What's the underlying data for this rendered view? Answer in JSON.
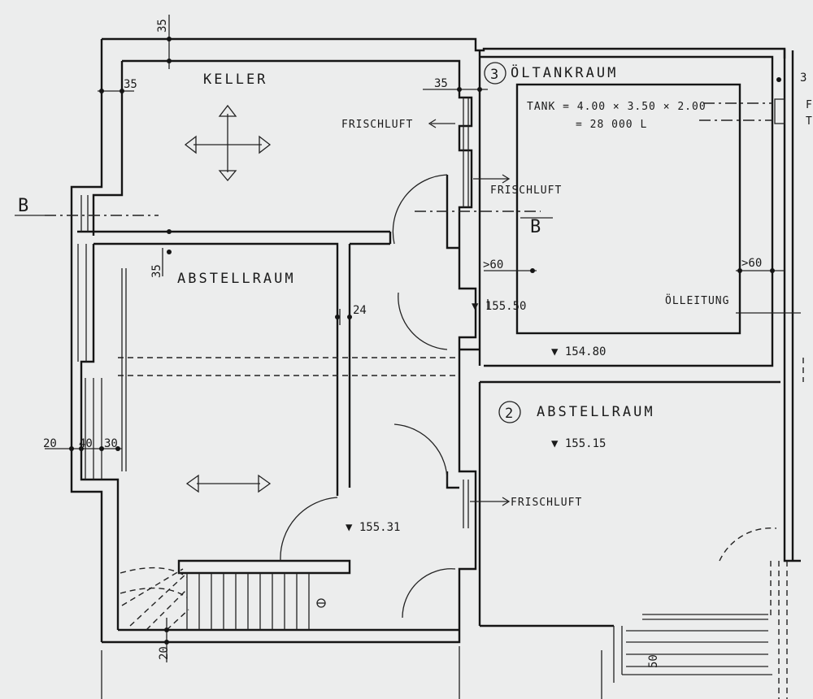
{
  "rooms": {
    "keller": "KELLER",
    "oeltankraum_number": "3",
    "oeltankraum": "ÖLTANKRAUM",
    "abstellraum_left": "ABSTELLRAUM",
    "abstellraum_right_number": "2",
    "abstellraum_right": "ABSTELLRAUM"
  },
  "tank": {
    "line1": "TANK = 4.00 × 3.50 × 2.00",
    "line2": "= 28 000 L"
  },
  "labels": {
    "frischluft_1": "FRISCHLUFT",
    "frischluft_2": "FRISCHLUFT",
    "frischluft_3": "FRISCHLUFT",
    "oelleitung": "ÖLLEITUNG"
  },
  "section": {
    "left": "B",
    "right": "B"
  },
  "levels": {
    "oeltank": "▼ 154.80",
    "door": "▼ 155.50",
    "abstell_right": "▼ 155.15",
    "abstell_left": "▼ 155.31"
  },
  "dimensions": {
    "top": "35",
    "keller_left": "35",
    "keller_right": "35",
    "mid_wall": "35",
    "partition": "24",
    "gap_left": ">60",
    "gap_right": ">60",
    "wall_a": "20",
    "wall_b": "40",
    "wall_c": "30",
    "bottom": "20",
    "stair": "50",
    "edge": "3"
  },
  "edge_letters": {
    "f": "F",
    "t": "T"
  }
}
